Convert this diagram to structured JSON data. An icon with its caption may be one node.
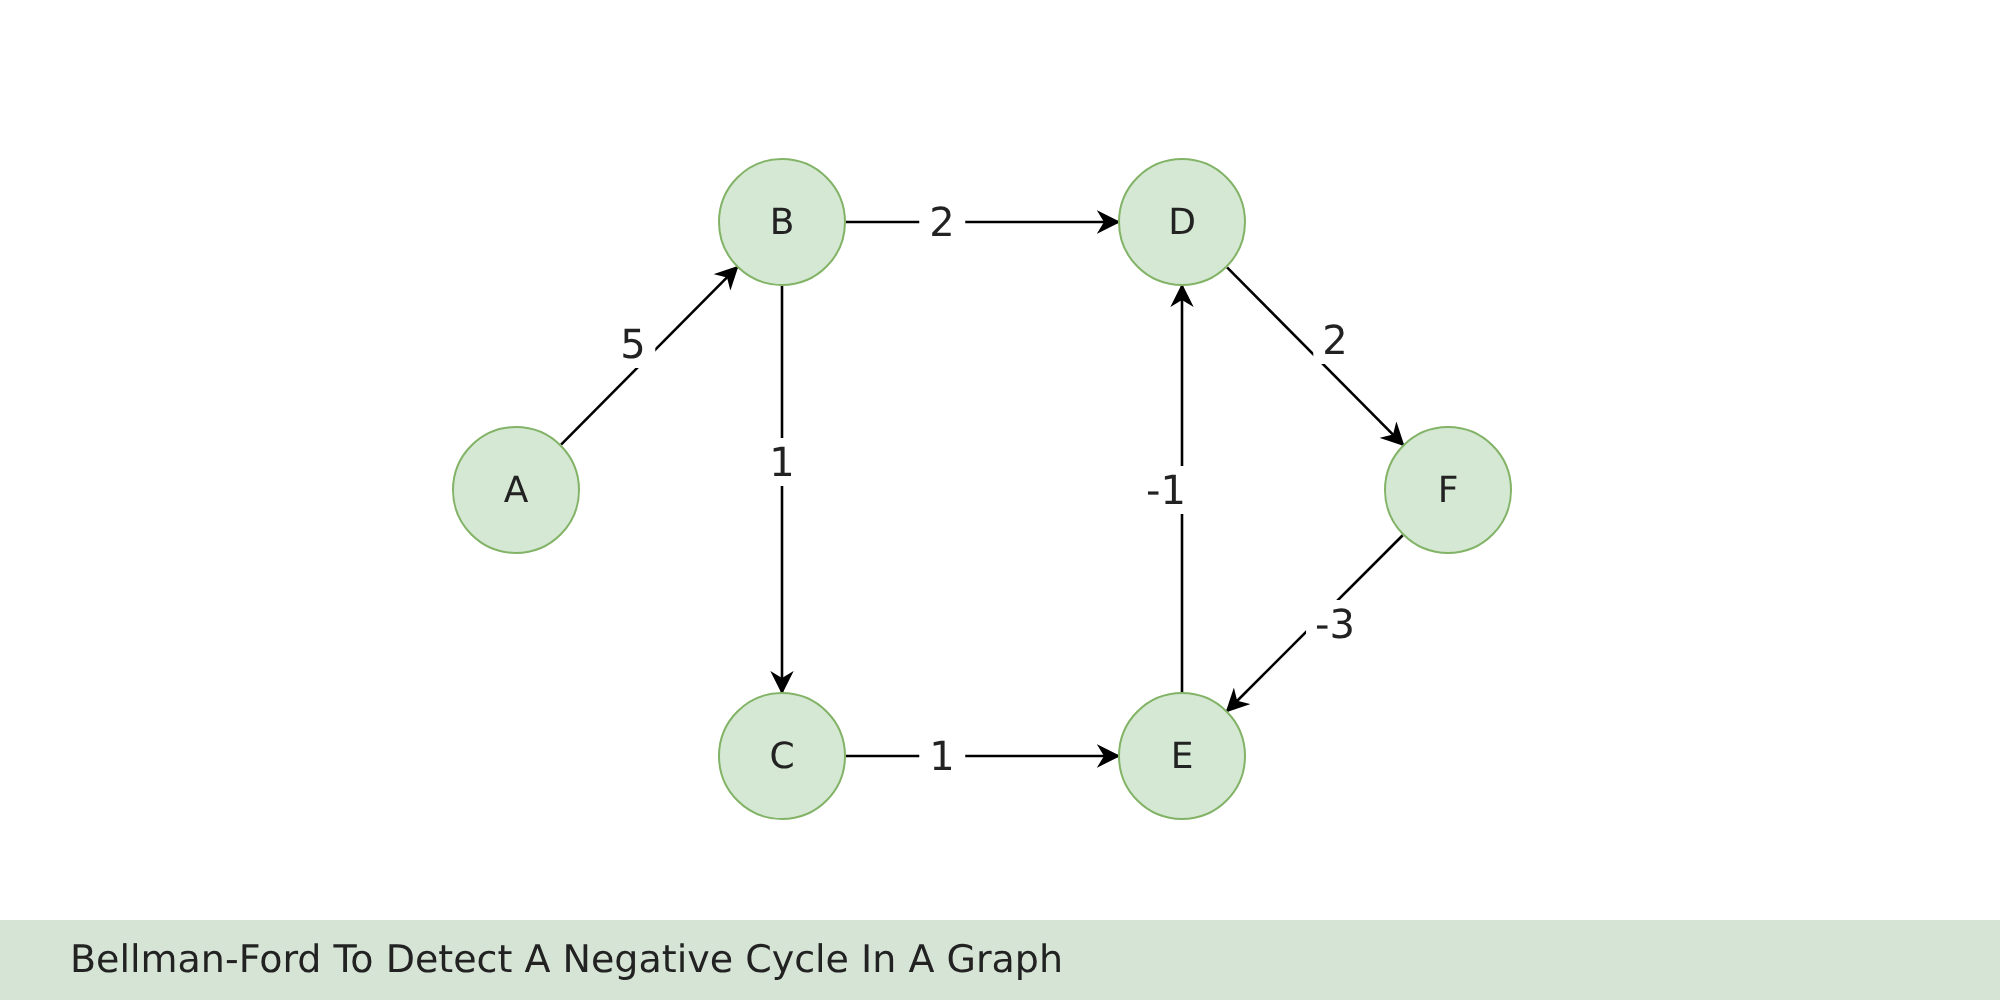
{
  "diagram": {
    "caption": "Bellman-Ford To Detect A Negative Cycle In A Graph",
    "nodes": [
      {
        "text": [
          "A"
        ]
      },
      {
        "text": [
          "B"
        ]
      },
      {
        "text": [
          "C"
        ]
      },
      {
        "text": [
          "D"
        ]
      },
      {
        "text": [
          "E"
        ]
      },
      {
        "text": [
          "F"
        ]
      }
    ],
    "edges": [
      {
        "from": 0,
        "to": 1,
        "arrow": "to",
        "label": "5"
      },
      {
        "from": 1,
        "to": 3,
        "arrow": "to",
        "label": "2"
      },
      {
        "from": 1,
        "to": 2,
        "arrow": "to",
        "label": "1"
      },
      {
        "from": 2,
        "to": 4,
        "arrow": "to",
        "label": "1"
      },
      {
        "from": 4,
        "to": 3,
        "arrow": "to",
        "label": "-1"
      },
      {
        "from": 3,
        "to": 5,
        "arrow": "to",
        "label": "2"
      },
      {
        "from": 5,
        "to": 4,
        "arrow": "to",
        "label": "-3"
      }
    ]
  }
}
